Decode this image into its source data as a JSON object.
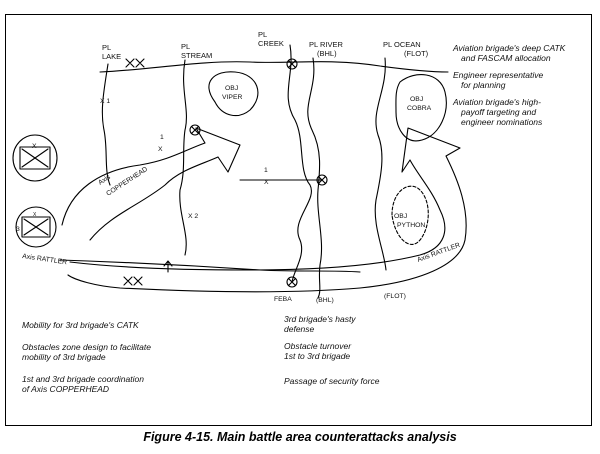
{
  "caption": "Figure 4-15.  Main battle area counterattacks analysis",
  "phase_lines": {
    "lake_pl": "PL",
    "lake_name": "LAKE",
    "stream_pl": "PL",
    "stream_name": "STREAM",
    "creek_pl": "PL",
    "creek_name": "CREEK",
    "river": "PL RIVER",
    "river_bhl": "(BHL)",
    "ocean": "PL OCEAN",
    "ocean_flot": "(FLOT)"
  },
  "map_labels": {
    "obj_viper_1": "OBJ",
    "obj_viper_2": "VIPER",
    "obj_cobra_1": "OBJ",
    "obj_cobra_2": "COBRA",
    "obj_python_1": "OBJ",
    "obj_python_2": "PYTHON",
    "axis_copperhead_1": "Axis",
    "axis_copperhead_2": "COPPERHEAD",
    "axis_rattler_left": "Axis RATTLER",
    "axis_rattler_right": "Axis RATTLER",
    "feba": "FEBA",
    "bhl_bottom": "(BHL)",
    "flot_bottom": "(FLOT)",
    "unit_x": "X",
    "unit_3": "3",
    "unit_3_x": "X",
    "route_1a": "X 1",
    "route_1b_num": "1",
    "route_1b_x": "X",
    "route_1c_num": "1",
    "route_1c_x": "X",
    "route_2": "X 2"
  },
  "notes_right": [
    "Aviation brigade's deep CATK",
    "and FASCAM allocation",
    "Engineer representative",
    "for planning",
    "Aviation brigade's high-",
    "payoff targeting and",
    "engineer nominations"
  ],
  "notes_bottom_left": [
    "Mobility for 3rd brigade's CATK",
    "Obstacles zone design to facilitate",
    "mobility of 3rd brigade",
    "1st and 3rd brigade coordination",
    "of Axis COPPERHEAD"
  ],
  "notes_bottom_right": [
    "3rd brigade's hasty",
    "defense",
    "Obstacle turnover",
    "1st to 3rd brigade",
    "Passage of security force"
  ]
}
